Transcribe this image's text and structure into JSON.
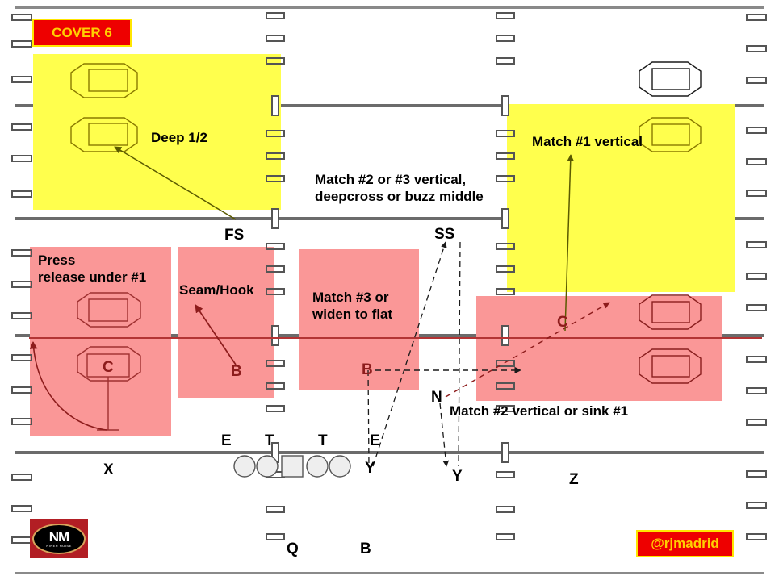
{
  "title_badge": {
    "text": "COVER 6",
    "bg": "#ee0000",
    "fg": "#ffd000",
    "border": "#ffe600"
  },
  "watermark": {
    "text": "@rjmadrid",
    "bg": "#ee0000",
    "fg": "#ffd000",
    "border": "#ffe600"
  },
  "logo": {
    "mark": "NM",
    "sub": "NINER NOISE"
  },
  "colors": {
    "deep_zone": "#ffff4d",
    "underneath_zone": "#fa9797",
    "defense_ink": "#8d1c1c",
    "offense_ink": "#000000",
    "field_line": "#6b6b6b"
  },
  "coverage_notes": [
    {
      "id": "deep-half",
      "text": "Deep 1/2"
    },
    {
      "id": "match-1-vertical",
      "text": "Match #1 vertical"
    },
    {
      "id": "middle-of-field",
      "line1": "Match #2 or #3 vertical,",
      "line2": "deepcross or buzz middle"
    },
    {
      "id": "press-release",
      "line1": "Press",
      "line2": "release under #1"
    },
    {
      "id": "seam-hook",
      "text": "Seam/Hook"
    },
    {
      "id": "match-3-flat",
      "line1": "Match #3 or",
      "line2": "widen to flat"
    },
    {
      "id": "match-2-sink",
      "text": "Match #2 vertical or sink #1"
    }
  ],
  "defense_labels": [
    {
      "id": "fs",
      "text": "FS"
    },
    {
      "id": "ss",
      "text": "SS"
    },
    {
      "id": "corner-left",
      "text": "C"
    },
    {
      "id": "backer-left",
      "text": "B"
    },
    {
      "id": "backer-mid",
      "text": "B"
    },
    {
      "id": "nickel",
      "text": "N"
    },
    {
      "id": "corner-right",
      "text": "C"
    }
  ],
  "offense_labels": [
    {
      "id": "wr-x",
      "text": "X"
    },
    {
      "id": "te-e-left",
      "text": "E"
    },
    {
      "id": "ot-left",
      "text": "T"
    },
    {
      "id": "ot-right",
      "text": "T"
    },
    {
      "id": "te-e-right",
      "text": "E"
    },
    {
      "id": "slot-y-left",
      "text": "Y"
    },
    {
      "id": "slot-y-right",
      "text": "Y"
    },
    {
      "id": "qb-q",
      "text": "Q"
    },
    {
      "id": "rb-b",
      "text": "B"
    },
    {
      "id": "wr-z",
      "text": "Z"
    }
  ],
  "formation": {
    "linemen": [
      "circle",
      "circle",
      "square",
      "circle",
      "circle"
    ]
  },
  "zones": [
    {
      "id": "deep-half-left",
      "kind": "deep"
    },
    {
      "id": "deep-half-right",
      "kind": "deep"
    },
    {
      "id": "press-flat-left",
      "kind": "underneath"
    },
    {
      "id": "seam-hook-left",
      "kind": "underneath"
    },
    {
      "id": "hook-middle",
      "kind": "underneath"
    },
    {
      "id": "flat-right",
      "kind": "underneath"
    }
  ]
}
